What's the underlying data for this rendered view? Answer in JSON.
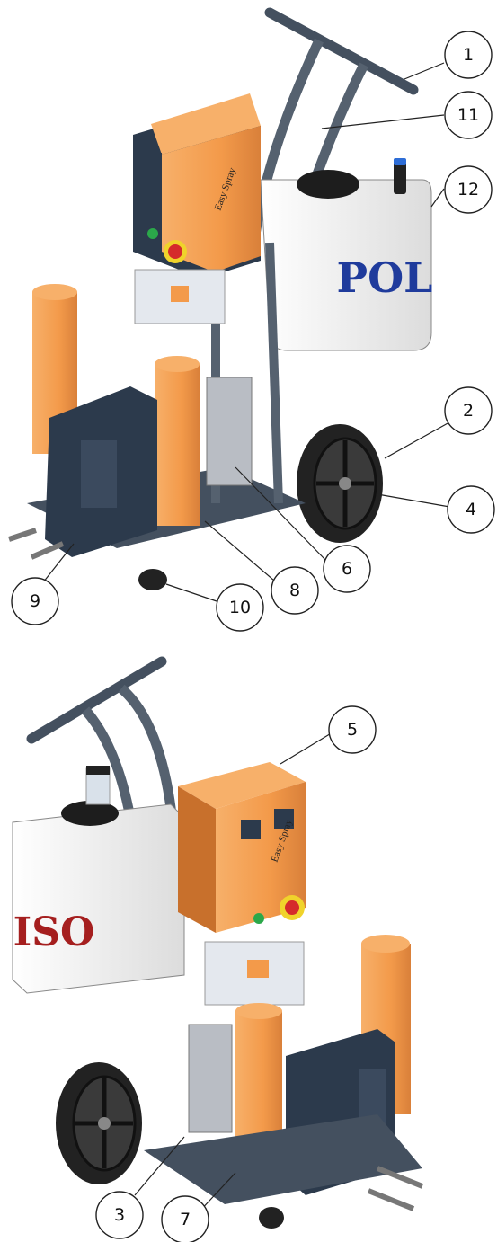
{
  "views": {
    "front": {
      "tank_label": "POL",
      "brand": "Easy Spray"
    },
    "rear": {
      "tank_label": "ISO",
      "brand": "Easy Spray"
    }
  },
  "callouts": [
    {
      "id": "1",
      "label": "1"
    },
    {
      "id": "11",
      "label": "11"
    },
    {
      "id": "12",
      "label": "12"
    },
    {
      "id": "2",
      "label": "2"
    },
    {
      "id": "4",
      "label": "4"
    },
    {
      "id": "6",
      "label": "6"
    },
    {
      "id": "8",
      "label": "8"
    },
    {
      "id": "9",
      "label": "9"
    },
    {
      "id": "10",
      "label": "10"
    },
    {
      "id": "5",
      "label": "5"
    },
    {
      "id": "3",
      "label": "3"
    },
    {
      "id": "7",
      "label": "7"
    }
  ],
  "colors": {
    "frame": "#44505f",
    "frame_light": "#6a7786",
    "orange": "#f39a4a",
    "orange_dark": "#c8702c",
    "tank": "#f4f4f4",
    "panel_dark": "#2c3a4c",
    "tire": "#222222",
    "label_blue": "#1f3b9c",
    "label_red": "#a51f1f"
  }
}
